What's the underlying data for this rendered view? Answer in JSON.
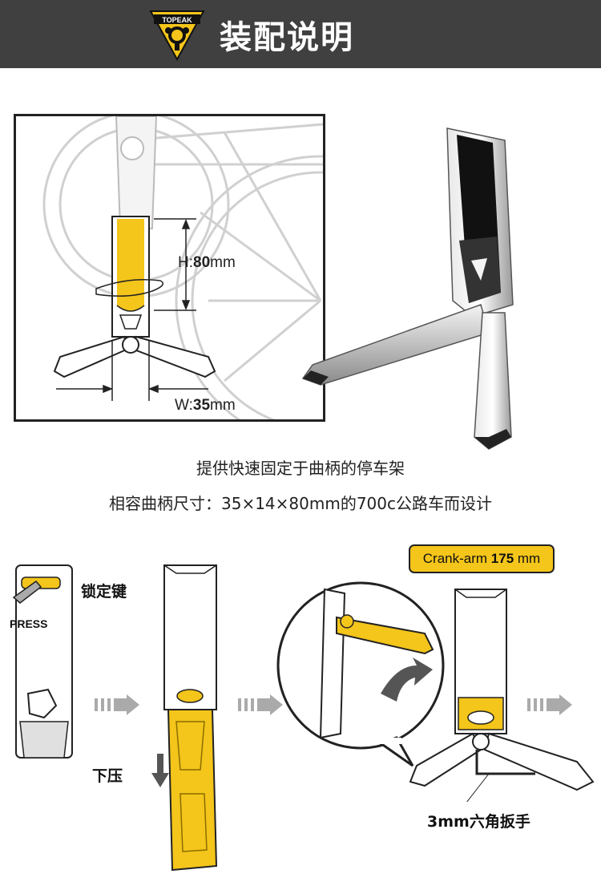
{
  "header": {
    "brand": "TOPEAK",
    "title": "装配说明"
  },
  "dimensions": {
    "height_prefix": "H:",
    "height_value": "80",
    "height_unit": "mm",
    "width_prefix": "W:",
    "width_value": "35",
    "width_unit": "mm"
  },
  "captions": {
    "line1": "提供快速固定于曲柄的停车架",
    "line2": "相容曲柄尺寸：35×14×80mm的700c公路车而设计"
  },
  "steps": {
    "lock_key": "锁定键",
    "press": "PRESS",
    "push_down": "下压",
    "wrench": "3mm六角扳手"
  },
  "badge": {
    "prefix": "Crank-arm ",
    "value": "175",
    "unit": " mm"
  },
  "colors": {
    "header_bg": "#404040",
    "accent_yellow": "#f4c51a",
    "outline": "#222222"
  }
}
